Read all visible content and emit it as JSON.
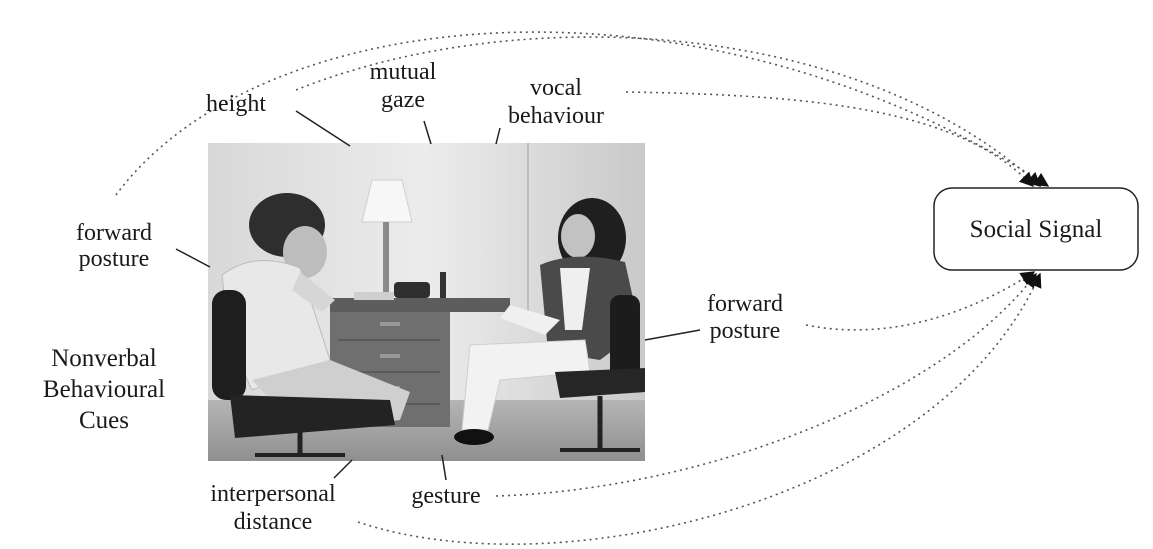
{
  "diagram": {
    "cue_labels": {
      "height": "height",
      "mutual_gaze": [
        "mutual",
        "gaze"
      ],
      "vocal_behaviour": [
        "vocal",
        "behaviour"
      ],
      "forward_posture_left": [
        "forward",
        "posture"
      ],
      "forward_posture_right": [
        "forward",
        "posture"
      ],
      "interpersonal_distance": [
        "interpersonal",
        "distance"
      ],
      "gesture": "gesture"
    },
    "group_label": [
      "Nonverbal",
      "Behavioural",
      "Cues"
    ],
    "target_node": "Social Signal",
    "photo": {
      "description_icon": "two-people-seated-photo"
    },
    "colors": {
      "line": "#555555",
      "text": "#1a1a1a",
      "box_border": "#222222"
    }
  }
}
